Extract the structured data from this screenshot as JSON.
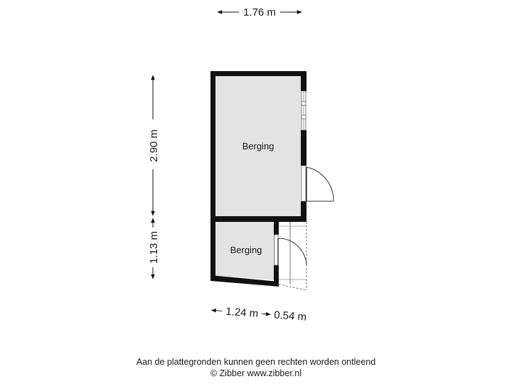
{
  "dimensions": {
    "top_width": "1.76 m",
    "left_height_upper": "2.90 m",
    "left_height_lower": "1.13 m",
    "bottom_left_width": "1.24 m",
    "bottom_right_width": "0.54 m"
  },
  "rooms": [
    {
      "label": "Berging"
    },
    {
      "label": "Berging"
    }
  ],
  "footer": {
    "disclaimer": "Aan de plattegronden kunnen geen rechten worden ontleend",
    "copyright": "© Zibber www.zibber.nl"
  },
  "colors": {
    "wall": "#111111",
    "room_fill": "#e3e3e3",
    "line": "#555555"
  }
}
